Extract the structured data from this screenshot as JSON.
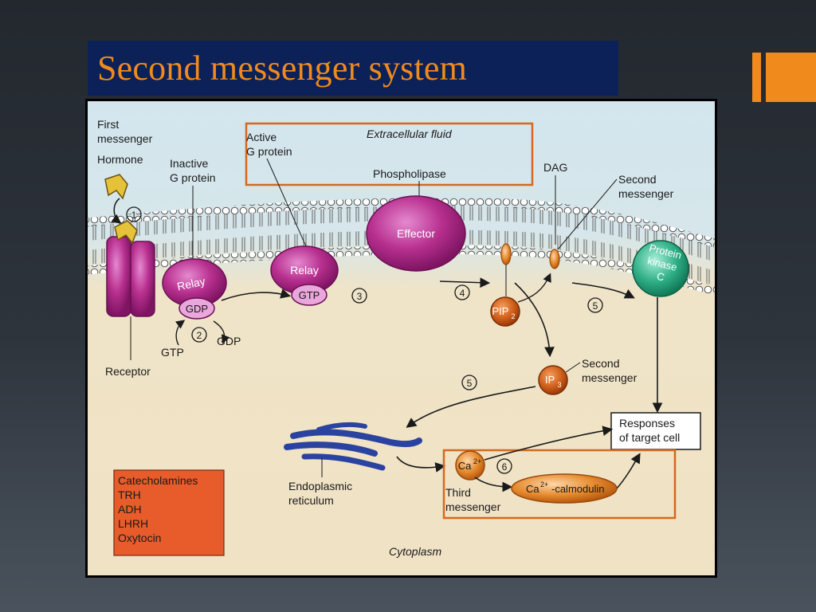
{
  "slide": {
    "title": "Second messenger system",
    "accent_color": "#f08a1d",
    "title_bg": "#0c2157"
  },
  "diagram": {
    "first_messenger": [
      "First",
      "messenger"
    ],
    "hormone": "Hormone",
    "inactive_g_protein": [
      "Inactive",
      "G protein"
    ],
    "active_g_protein": [
      "Active",
      "G protein"
    ],
    "extracellular_fluid": "Extracellular fluid",
    "phospholipase": "Phospholipase",
    "dag": "DAG",
    "second_messenger_top": [
      "Second",
      "messenger"
    ],
    "relay": "Relay",
    "gdp": "GDP",
    "gtp": "GTP",
    "effector": "Effector",
    "pip2": "PIP",
    "pip2_sub": "2",
    "protein_kinase_c": [
      "Protein",
      "kinase",
      "C"
    ],
    "receptor": "Receptor",
    "step_1": "1",
    "step_2": "2",
    "step_3": "3",
    "step_4": "4",
    "step_5a": "5",
    "step_5b": "5",
    "step_6": "6",
    "gtp_in": "GTP",
    "gdp_out": "GDP",
    "ip3": "IP",
    "ip3_sub": "3",
    "second_messenger_mid": [
      "Second",
      "messenger"
    ],
    "responses": [
      "Responses",
      "of target cell"
    ],
    "ca": "Ca",
    "ca_sup": "2+",
    "calmodulin": "-calmodulin",
    "third_messenger": [
      "Third",
      "messenger"
    ],
    "endoplasmic_reticulum": [
      "Endoplasmic",
      "reticulum"
    ],
    "hormone_list": [
      "Catecholamines",
      "TRH",
      "ADH",
      "LHRH",
      "Oxytocin"
    ],
    "cytoplasm": "Cytoplasm"
  }
}
